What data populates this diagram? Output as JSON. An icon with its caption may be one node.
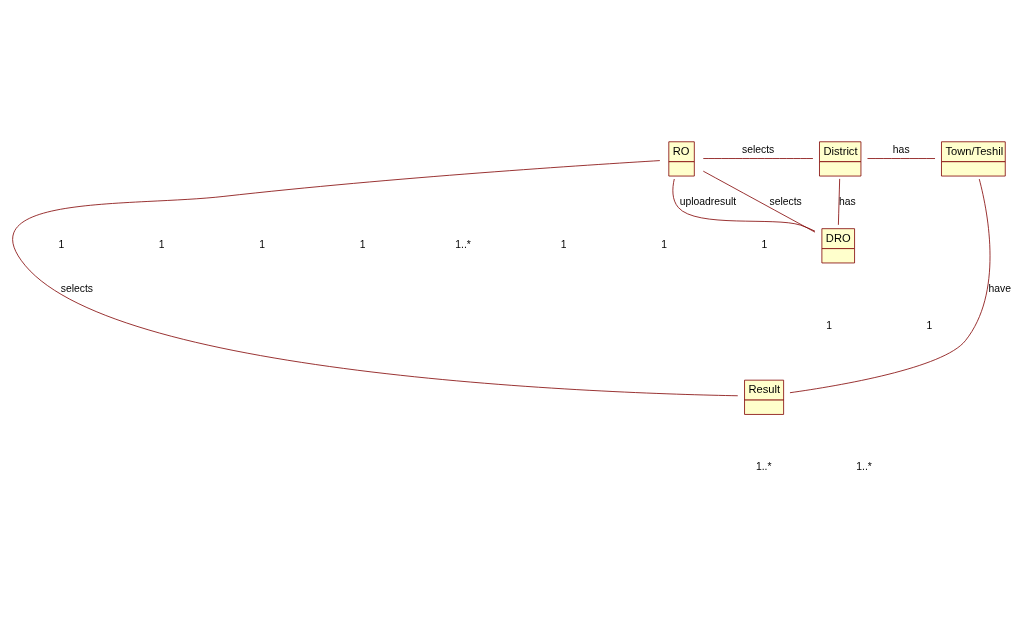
{
  "diagram": {
    "nodes": [
      {
        "text": [
          "RO"
        ]
      },
      {
        "text": [
          "District"
        ]
      },
      {
        "text": [
          "Town/Teshil"
        ]
      },
      {
        "text": [
          "DRO"
        ]
      },
      {
        "text": [
          "Result"
        ]
      }
    ],
    "edges": [
      {
        "from": 0,
        "to": 1,
        "arrow": "none",
        "label": "selects"
      },
      {
        "from": 1,
        "to": 2,
        "arrow": "none",
        "label": "has"
      },
      {
        "from": 0,
        "to": 3,
        "arrow": "none",
        "label": "uploadresult"
      },
      {
        "from": 1,
        "to": 3,
        "arrow": "none",
        "label": "has"
      },
      {
        "from": 0,
        "to": 3,
        "arrow": "none",
        "label": "selects"
      },
      {
        "from": 0,
        "to": 4,
        "arrow": "none",
        "label": "selects"
      },
      {
        "from": 2,
        "to": 4,
        "arrow": "none",
        "label": "have"
      }
    ],
    "labels": [
      "1",
      "1",
      "1",
      "1",
      "1..*",
      "1",
      "1",
      "1",
      "1",
      "1",
      "1..*",
      "1..*"
    ]
  }
}
